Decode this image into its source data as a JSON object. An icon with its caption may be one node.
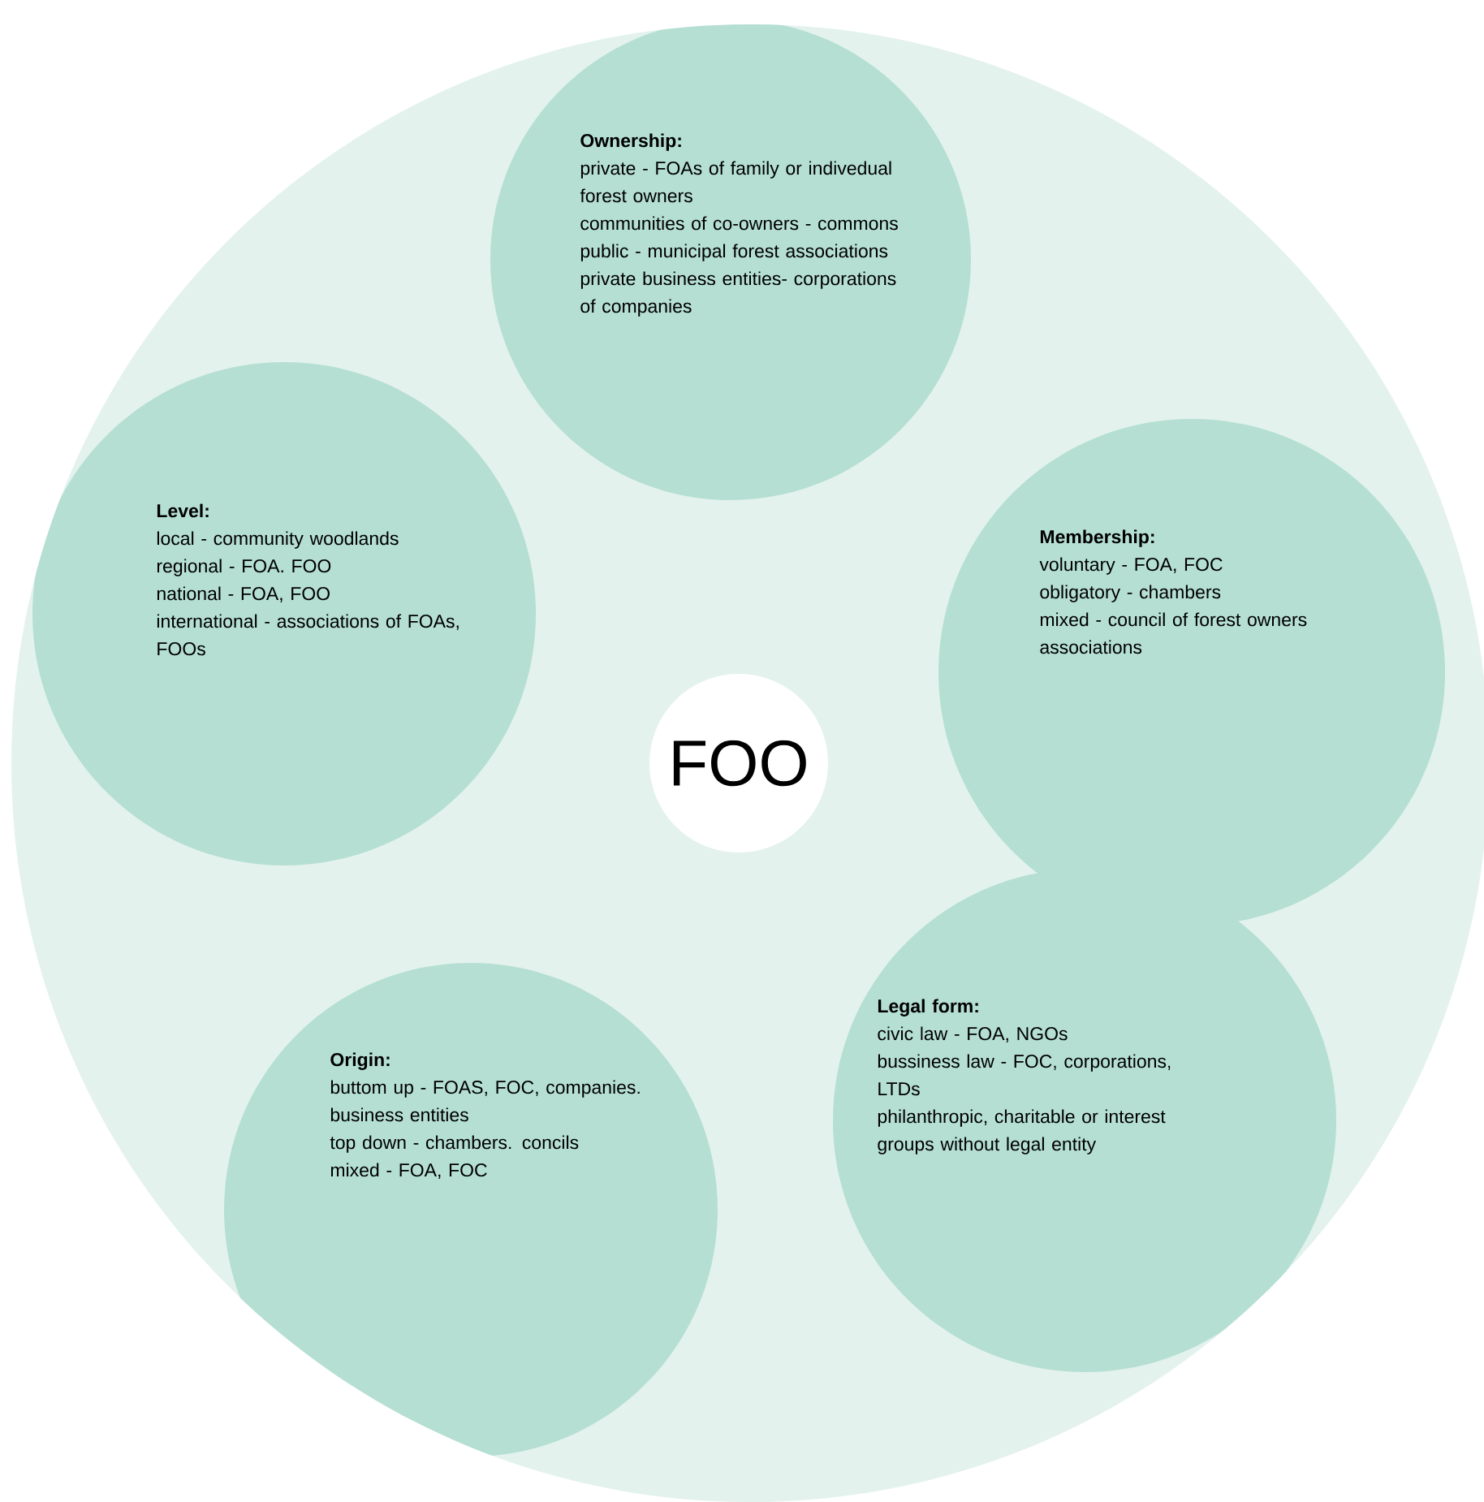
{
  "diagram": {
    "nodes": [
      {
        "text": [],
        "shape": "circle"
      },
      {
        "text": [
          "Ownership:",
          "private - FOAs of family or indivedual forest owners",
          "communities of co-owners - commons",
          "public - municipal forest associations",
          "private business entities- corporations of companies"
        ],
        "in": 0
      },
      {
        "text": [
          "Level:",
          "local - community woodlands",
          "regional - FOA. FOO",
          "national - FOA, FOO",
          "international - associations of FOAs, FOOs"
        ],
        "in": 0
      },
      {
        "text": [
          "FOO"
        ],
        "in": 0
      },
      {
        "text": [
          "Membership:",
          "voluntary - FOA, FOC",
          "obligatory - chambers",
          "mixed - council of forest owners associations"
        ],
        "in": 0
      },
      {
        "text": [
          "Origin:",
          "buttom up - FOAS, FOC, companies. business entities",
          "top down - chambers. concils",
          "mixed - FOA, FOC"
        ],
        "in": 0
      },
      {
        "text": [
          "Legal form:",
          "civic law - FOA, NGOs",
          "bussiness law - FOC, corporations, LTDs",
          "philanthropic, charitable or interest groups without legal entity"
        ],
        "in": 0
      }
    ]
  }
}
